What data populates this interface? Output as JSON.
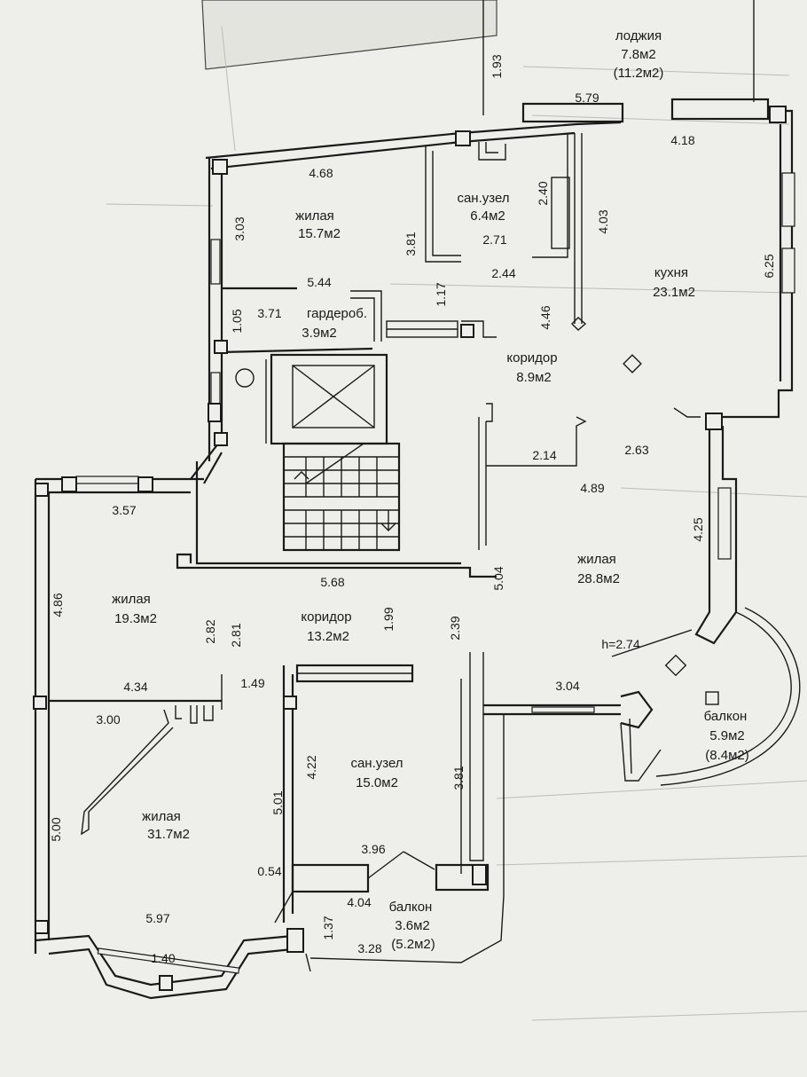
{
  "rooms": {
    "loggia": {
      "name": "лоджия",
      "area": "7.8м2",
      "area_total": "(11.2м2)"
    },
    "living_top": {
      "name": "жилая",
      "area": "15.7м2"
    },
    "bath_top": {
      "name": "сан.узел",
      "area": "6.4м2"
    },
    "kitchen": {
      "name": "кухня",
      "area": "23.1м2"
    },
    "wardrobe": {
      "name": "гардероб.",
      "area": "3.9м2"
    },
    "corridor_top": {
      "name": "коридор",
      "area": "8.9м2"
    },
    "living_left": {
      "name": "жилая",
      "area": "19.3м2"
    },
    "corridor_mid": {
      "name": "коридор",
      "area": "13.2м2"
    },
    "living_right": {
      "name": "жилая",
      "area": "28.8м2"
    },
    "balcony_right": {
      "name": "балкон",
      "area": "5.9м2",
      "area_total": "(8.4м2)"
    },
    "bath_mid": {
      "name": "сан.узел",
      "area": "15.0м2"
    },
    "living_bottom": {
      "name": "жилая",
      "area": "31.7м2"
    },
    "balcony_bottom": {
      "name": "балкон",
      "area": "3.6м2",
      "area_total": "(5.2м2)"
    }
  },
  "dimensions": {
    "d_1_93": "1.93",
    "d_5_79": "5.79",
    "d_4_18": "4.18",
    "d_4_68": "4.68",
    "d_3_03": "3.03",
    "d_2_40": "2.40",
    "d_4_03": "4.03",
    "d_3_81_top": "3.81",
    "d_2_71": "2.71",
    "d_6_25": "6.25",
    "d_2_44": "2.44",
    "d_5_44": "5.44",
    "d_1_17": "1.17",
    "d_3_71": "3.71",
    "d_1_05": "1.05",
    "d_4_46": "4.46",
    "d_2_14": "2.14",
    "d_2_63": "2.63",
    "d_3_57": "3.57",
    "d_4_89": "4.89",
    "d_4_25": "4.25",
    "d_4_86": "4.86",
    "d_5_68": "5.68",
    "d_5_04": "5.04",
    "d_2_82": "2.82",
    "d_2_81": "2.81",
    "d_1_99": "1.99",
    "d_2_39": "2.39",
    "d_h": "h=2.74",
    "d_4_34": "4.34",
    "d_1_49": "1.49",
    "d_3_04": "3.04",
    "d_3_00": "3.00",
    "d_4_22": "4.22",
    "d_5_01": "5.01",
    "d_3_81_mid": "3.81",
    "d_5_00": "5.00",
    "d_3_96": "3.96",
    "d_0_54": "0.54",
    "d_4_04": "4.04",
    "d_5_97": "5.97",
    "d_1_37": "1.37",
    "d_1_40": "1.40",
    "d_3_28": "3.28"
  }
}
